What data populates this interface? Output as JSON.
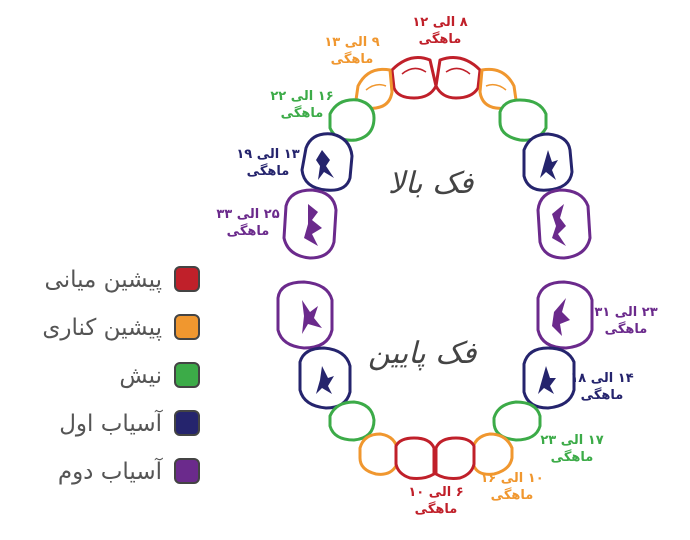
{
  "colors": {
    "central_incisor": "#c0202a",
    "lateral_incisor": "#f0972f",
    "canine": "#3cab48",
    "first_molar": "#25246d",
    "second_molar": "#6b2a8c"
  },
  "legend": [
    {
      "label": "پیشین میانی",
      "color": "#c0202a"
    },
    {
      "label": "پیشین کناری",
      "color": "#f0972f"
    },
    {
      "label": "نیش",
      "color": "#3cab48"
    },
    {
      "label": "آسیاب اول",
      "color": "#25246d"
    },
    {
      "label": "آسیاب دوم",
      "color": "#6b2a8c"
    }
  ],
  "jaw_labels": {
    "upper": "فک بالا",
    "lower": "فک پایین"
  },
  "ages": {
    "upper_central": {
      "range": "۸ الی ۱۲",
      "unit": "ماهگی"
    },
    "upper_lateral": {
      "range": "۹ الی ۱۳",
      "unit": "ماهگی"
    },
    "upper_canine": {
      "range": "۱۶ الی ۲۲",
      "unit": "ماهگی"
    },
    "upper_first_molar": {
      "range": "۱۳ الی ۱۹",
      "unit": "ماهگی"
    },
    "upper_second_molar": {
      "range": "۲۵ الی ۳۳",
      "unit": "ماهگی"
    },
    "lower_second_molar": {
      "range": "۲۳ الی ۳۱",
      "unit": "ماهگی"
    },
    "lower_first_molar": {
      "range": "۱۴ الی ۱۸",
      "unit": "ماهگی"
    },
    "lower_canine": {
      "range": "۱۷ الی ۲۳",
      "unit": "ماهگی"
    },
    "lower_lateral": {
      "range": "۱۰ الی ۱۶",
      "unit": "ماهگی"
    },
    "lower_central": {
      "range": "۶ الی ۱۰",
      "unit": "ماهگی"
    }
  }
}
